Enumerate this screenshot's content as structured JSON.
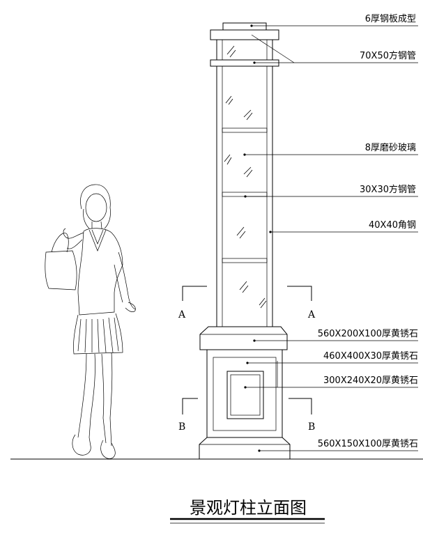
{
  "title": "景观灯柱立面图",
  "annotations": [
    {
      "id": "a1",
      "text": "6厚钢板成型"
    },
    {
      "id": "a2",
      "text": "70X50方钢管"
    },
    {
      "id": "a3",
      "text": "8厚磨砂玻璃"
    },
    {
      "id": "a4",
      "text": "30X30方钢管"
    },
    {
      "id": "a5",
      "text": "40X40角钢"
    },
    {
      "id": "a6",
      "text": "560X200X100厚黄锈石"
    },
    {
      "id": "a7",
      "text": "460X400X30厚黄锈石"
    },
    {
      "id": "a8",
      "text": "300X240X20厚黄锈石"
    },
    {
      "id": "a9",
      "text": "560X150X100厚黄锈石"
    }
  ],
  "sections": {
    "a_left": "A",
    "a_right": "A",
    "b_left": "B",
    "b_right": "B"
  }
}
